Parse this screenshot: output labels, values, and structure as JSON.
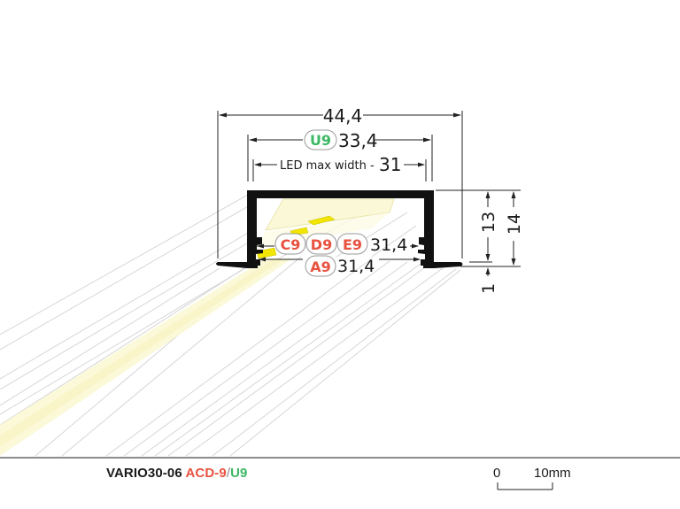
{
  "product": {
    "name": "VARIO30-06",
    "variant_red": "ACD-9",
    "separator": "/",
    "variant_green": "U9"
  },
  "dimensions": {
    "overall_width": "44,4",
    "u9_width_tag": "U9",
    "u9_width": "33,4",
    "led_max_width_label": "LED max width -",
    "led_max_width": "31",
    "cde_tags": [
      "C9",
      "D9",
      "E9"
    ],
    "cde_width": "31,4",
    "a9_tag": "A9",
    "a9_width": "31,4",
    "inner_height": "13",
    "total_height": "14",
    "flange_thickness": "1"
  },
  "scale_bar": {
    "start_label": "0",
    "end_label": "10mm"
  },
  "colors": {
    "red_tag": "#e8523f",
    "green_tag": "#3cb864",
    "profile": "#111111",
    "led_yellow": "#f2e600",
    "led_glow": "#fbf8d2",
    "perspective_lines": "#cfcfcf",
    "footer_rule": "#8c8c8c"
  }
}
